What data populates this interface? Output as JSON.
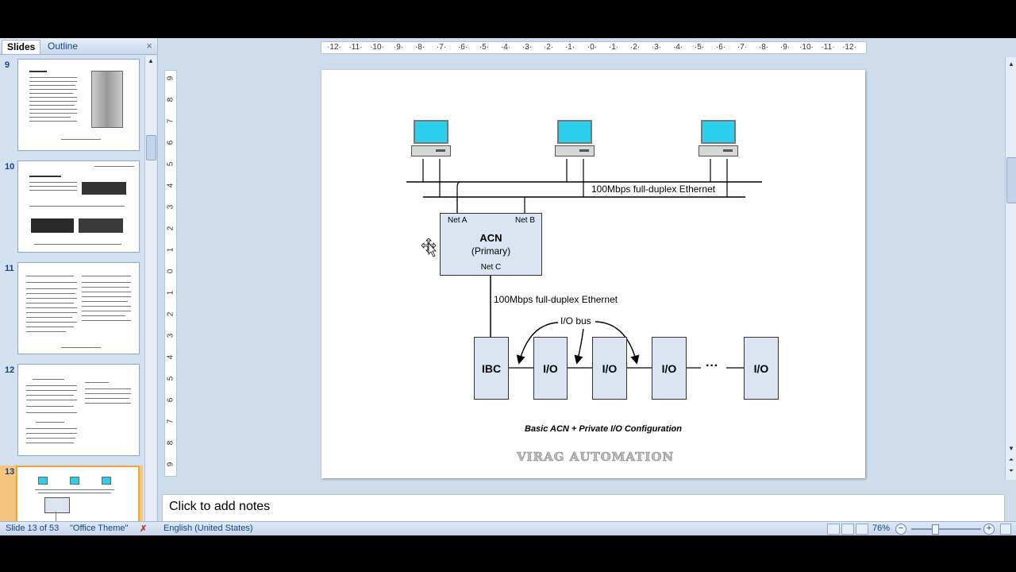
{
  "pane_tabs": {
    "slides": "Slides",
    "outline": "Outline",
    "close": "×"
  },
  "thumbnails": [
    {
      "num": "9"
    },
    {
      "num": "10"
    },
    {
      "num": "11"
    },
    {
      "num": "12"
    },
    {
      "num": "13"
    }
  ],
  "diagram": {
    "ethernet_top": "100Mbps full-duplex Ethernet",
    "acn_title": "ACN",
    "acn_sub": "(Primary)",
    "net_a": "Net A",
    "net_b": "Net B",
    "net_c": "Net C",
    "ethernet_bottom": "100Mbps full-duplex Ethernet",
    "io_bus": "I/O bus",
    "ibc": "IBC",
    "io": "I/O",
    "ellipsis": "···",
    "caption": "Basic ACN + Private I/O Configuration",
    "watermark": "VIRAG AUTOMATION"
  },
  "notes_placeholder": "Click to add notes",
  "status": {
    "slide": "Slide 13 of 53",
    "theme": "\"Office Theme\"",
    "language": "English (United States)",
    "zoom": "76%"
  },
  "colors": {
    "monitor": "#2ad0ee",
    "box_fill": "#dbe5f1",
    "selected_thumb": "#f2a23a"
  }
}
